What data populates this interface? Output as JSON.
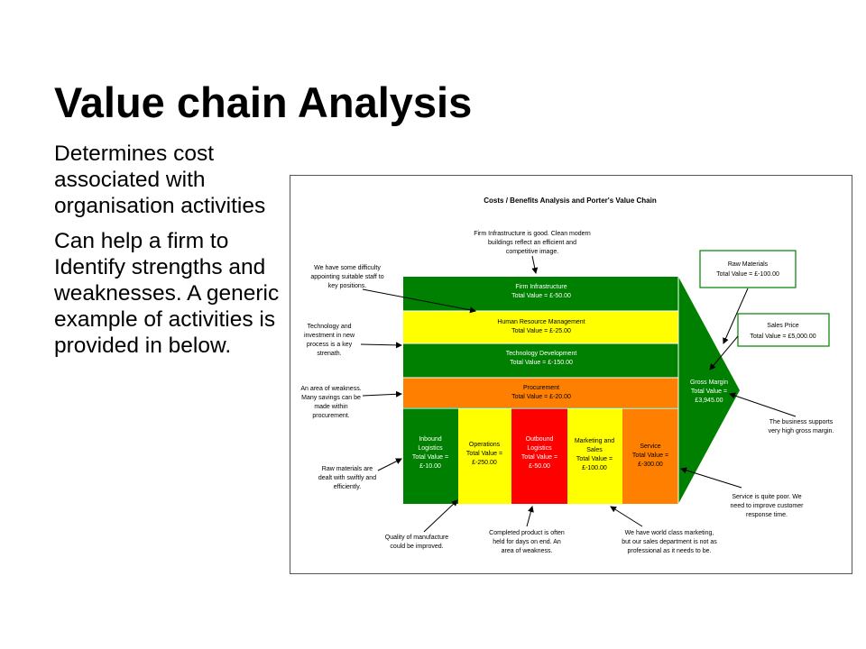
{
  "slide": {
    "title": "Value chain Analysis",
    "bullet1": "Determines cost associated with organisation activities",
    "bullet2": "Can help a firm to Identify strengths and weaknesses. A generic example of activities is provided in below."
  },
  "diagram": {
    "title": "Costs / Benefits Analysis and Porter's Value Chain",
    "colors": {
      "green": "#008000",
      "yellow": "#ffff00",
      "orange": "#ff8000",
      "red": "#ff0000"
    },
    "support": {
      "firm_infra": {
        "name": "Firm Infrastructure",
        "value": "Total Value = £-50.00"
      },
      "hrm": {
        "name": "Human Resource Management",
        "value": "Total Value = £-25.00"
      },
      "tech": {
        "name": "Technology Development",
        "value": "Total Value = £-150.00"
      },
      "procurement": {
        "name": "Procurement",
        "value": "Total Value = £-20.00"
      }
    },
    "primary": {
      "inbound": {
        "l1": "Inbound",
        "l2": "Logistics",
        "l3": "Total Value =",
        "l4": "£-10.00"
      },
      "operations": {
        "l1": "Operations",
        "l2": "Total Value =",
        "l3": "£-250.00"
      },
      "outbound": {
        "l1": "Outbound",
        "l2": "Logistics",
        "l3": "Total Value =",
        "l4": "£-50.00"
      },
      "marketing": {
        "l1": "Marketing and",
        "l2": "Sales",
        "l3": "Total Value =",
        "l4": "£-100.00"
      },
      "service": {
        "l1": "Service",
        "l2": "Total Value =",
        "l3": "£-300.00"
      }
    },
    "margin": {
      "l1": "Gross Margin",
      "l2": "Total Value =",
      "l3": "£3,945.00"
    },
    "raw_materials": {
      "l1": "Raw Materials",
      "l2": "Total Value = £-100.00"
    },
    "sales_price": {
      "l1": "Sales Price",
      "l2": "Total Value = £5,000.00"
    },
    "notes": {
      "firm_infra": [
        "Firm Infrastructure is good. Clean modern",
        "buildings reflect an efficient and",
        "competitive image."
      ],
      "staff": [
        "We have some difficulty",
        "appointing suitable staff to",
        "key positions."
      ],
      "technology": [
        "Technology and",
        "investment in new",
        "process is a key",
        "strenath."
      ],
      "weakness": [
        "An area of weakness.",
        "Many savings can be",
        "made within",
        "procurement."
      ],
      "raw": [
        "Raw materials are",
        "dealt with swiftly and",
        "efficiently."
      ],
      "quality": [
        "Quality of manufacture",
        "could be improved."
      ],
      "completed": [
        "Completed product is often",
        "held for days on end. An",
        "area of weakness."
      ],
      "marketing": [
        "We have world class marketing,",
        "but our sales department is not as",
        "professional as it needs to be."
      ],
      "service": [
        "Service is quite poor. We",
        "need to improve customer",
        "response time."
      ],
      "margin": [
        "The business supports",
        "very high gross margin."
      ]
    }
  }
}
